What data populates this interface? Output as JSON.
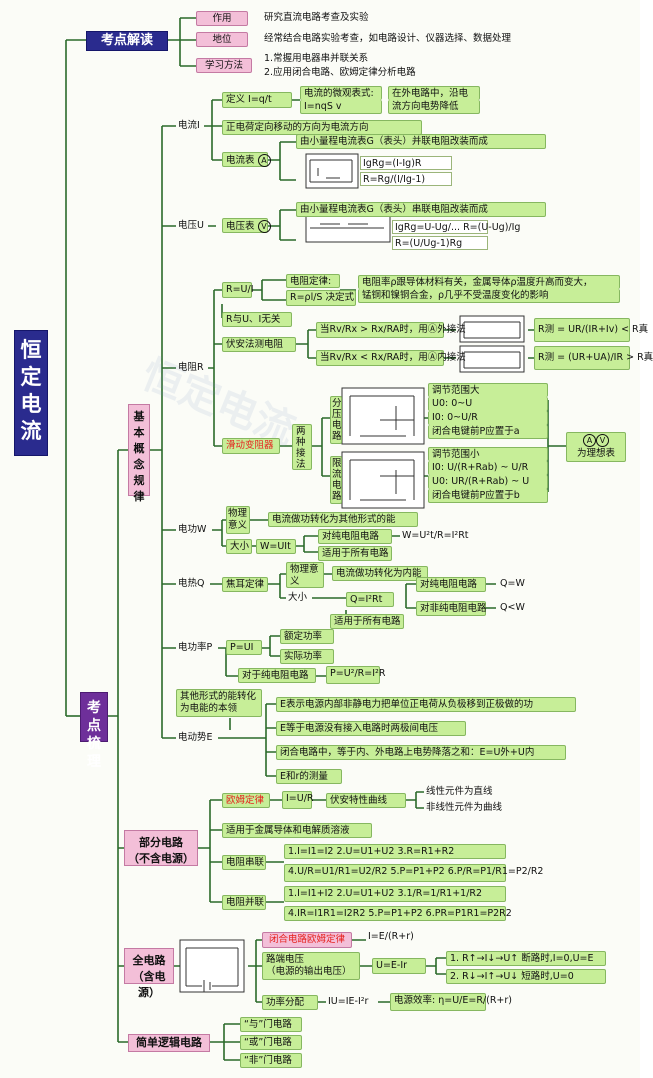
{
  "root": {
    "title": "恒定电流"
  },
  "kaodian": {
    "label": "考点解读",
    "items": [
      {
        "label": "作用",
        "desc": "研究直流电路考查及实验"
      },
      {
        "label": "地位",
        "desc": "经常结合电路实验考查，如电路设计、仪器选择、数据处理"
      },
      {
        "label": "学习方法",
        "desc1": "1.常握用电器串并联关系",
        "desc2": "2.应用闭合电路、欧姆定律分析电路"
      }
    ]
  },
  "shuli": {
    "label": "考点梳理"
  },
  "basic": {
    "label": "基本概念规律",
    "current": {
      "label": "电流I",
      "def": "定义  I=q/t",
      "micro1": "电流的微观表式:",
      "micro2": "I=nqS v",
      "outer1": "在外电路中，沿电",
      "outer2": "流方向电势降低",
      "dir": "正电荷定向移动的方向为电流方向",
      "ammeter": "电流表",
      "ammeter_desc": "由小量程电流表G（表头）并联电阻改装而成",
      "ammeter_f1": "IgRg=(I-Ig)R",
      "ammeter_f2": "R=Rg/(I/Ig-1)"
    },
    "voltage": {
      "label": "电压U",
      "voltmeter": "电压表",
      "voltmeter_desc": "由小量程电流表G（表头）串联电阻改装而成",
      "f1": "IgRg=U-Ug/... R=(U-Ug)/Ig",
      "f2": "R=(U/Ug-1)Rg"
    },
    "resistance": {
      "label": "电阻R",
      "def": "R=U/I",
      "law_title": "电阻定律:",
      "law_formula": "R=ρl/S 决定式",
      "rho1": "电阻率ρ跟导体材料有关，金属导体ρ温度升高而变大，",
      "rho2": "锰铜和镍铜合金，ρ几乎不受温度变化的影响",
      "indep": "R与U、I无关",
      "fa": "伏安法测电阻",
      "ext_cond": "当Rv/Rx > Rx/RA时，用Ⓐ外接法",
      "int_cond": "当Rv/Rx < Rx/RA时，用Ⓐ内接法",
      "ext_result": "R测 = UR/(IR+Iv) < R真",
      "int_result": "R测 = (UR+UA)/IR > R真",
      "rheostat": "滑动变阻器",
      "two_ways": "两种接法",
      "divider": "分压电路",
      "limiter": "限流电路",
      "divider_r1": "调节范围大",
      "divider_r2": "U0: 0~U",
      "divider_r3": "I0: 0~U/R",
      "divider_r4": "闭合电键前P应置于a",
      "limiter_r1": "调节范围小",
      "limiter_r2": "I0: U/(R+Rab) ~ U/R",
      "limiter_r3": "U0: UR/(R+Rab) ~ U",
      "limiter_r4": "闭合电键前P应置于b",
      "ideal": "为理想表"
    },
    "work": {
      "label": "电功W",
      "meaning_label": "物理意义",
      "meaning": "电流做功转化为其他形式的能",
      "size_label": "大小",
      "formula": "W=UIt",
      "pure": "对纯电阻电路",
      "pure_formula": "W=U²t/R=I²Rt",
      "all": "适用于所有电路"
    },
    "heat": {
      "label": "电热Q",
      "joule": "焦耳定律",
      "meaning_label": "物理意义",
      "meaning": "电流做功转化为内能",
      "size_label": "大小",
      "formula": "Q=I²Rt",
      "pure": "对纯电阻电路",
      "pure_rel": "Q=W",
      "nonpure": "对非纯电阻电路",
      "nonpure_rel": "Q<W",
      "all": "适用于所有电路"
    },
    "power": {
      "label": "电功率P",
      "formula": "P=UI",
      "rated": "额定功率",
      "actual": "实际功率",
      "pure": "对于纯电阻电路",
      "pure_formula": "P=U²/R=I²R"
    },
    "emf": {
      "label": "电动势E",
      "intro": "其他形式的能转化为电能的本领",
      "d1": "E表示电源内部非静电力把单位正电荷从负极移到正极做的功",
      "d2": "E等于电源没有接入电路时两极间电压",
      "d3": "闭合电路中，等于内、外电路上电势降落之和：E=U外+U内",
      "d4": "E和r的测量"
    }
  },
  "partial": {
    "label1": "部分电路",
    "label2": "（不含电源）",
    "ohm": "欧姆定律",
    "ohm_formula": "I=U/R",
    "va_curve": "伏安特性曲线",
    "linear": "线性元件为直线",
    "nonlinear": "非线性元件为曲线",
    "applies": "适用于金属导体和电解质溶液",
    "series": "电阻串联",
    "series_1": "1.I=I1=I2  2.U=U1+U2  3.R=R1+R2",
    "series_2": "4.U/R=U1/R1=U2/R2  5.P=P1+P2  6.P/R=P1/R1=P2/R2",
    "parallel": "电阻并联",
    "parallel_1": "1.I=I1+I2  2.U=U1+U2  3.1/R=1/R1+1/R2",
    "parallel_2": "4.IR=I1R1=I2R2  5.P=P1+P2  6.PR=P1R1=P2R2"
  },
  "full": {
    "label1": "全电路",
    "label2": "（含电源）",
    "closed_ohm": "闭合电路欧姆定律",
    "closed_formula": "I=E/(R+r)",
    "terminal1": "路端电压",
    "terminal2": "（电源的输出电压）",
    "terminal_formula": "U=E-Ir",
    "case1": "1. R↑→I↓→U↑ 断路时,I=0,U=E",
    "case2": "2. R↓→I↑→U↓ 短路时,U=0",
    "power_alloc": "功率分配",
    "power_formula": "IU=IE-I²r",
    "efficiency": "电源效率: η=U/E=R/(R+r)"
  },
  "logic": {
    "label": "简单逻辑电路",
    "and": "“与”门电路",
    "or": "“或”门电路",
    "not": "“非”门电路"
  },
  "colors": {
    "header": "#2a2b8e",
    "shuli": "#6e2f9a",
    "green": "#c7ee98",
    "pink": "#f3bfd8",
    "red": "#e6221e"
  }
}
